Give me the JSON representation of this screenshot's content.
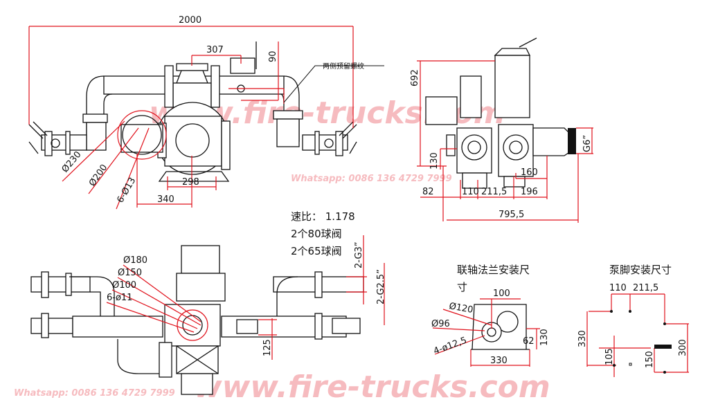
{
  "top_view": {
    "dim_total": "2000",
    "dim_307": "307",
    "dim_90": "90",
    "note": "两侧预留螺纹",
    "dim_d230": "Ø230",
    "dim_d200": "Ø200",
    "dim_holes": "6-Ø13",
    "dim_298": "298",
    "dim_340": "340"
  },
  "side_view": {
    "dim_692": "692",
    "dim_130": "130",
    "dim_82": "82",
    "dim_110": "110",
    "dim_211": "211,5",
    "dim_196": "196",
    "dim_160": "160",
    "dim_795": "795,5",
    "thread": "G6”"
  },
  "specs": {
    "ratio": "速比： 1.178",
    "valves_80": "2个80球阀",
    "valves_65": "2个65球阀"
  },
  "bottom_view": {
    "g3": "2-G3”",
    "g25": "2-G2.5”",
    "d180": "Ø180",
    "d150": "Ø150",
    "d100": "Ø100",
    "holes": "6-ø11",
    "dim_125": "125"
  },
  "flange": {
    "title_line1": "联轴法兰安装尺",
    "title_line2": "寸",
    "dim_100": "100",
    "d120": "Ø120",
    "d96": "Ø96",
    "holes": "4-ø12,5",
    "dim_62": "62",
    "dim_130": "130",
    "dim_330": "330"
  },
  "foot": {
    "title": "泵脚安装尺寸",
    "dim_110": "110",
    "dim_211": "211,5",
    "dim_330": "330",
    "dim_105": "105",
    "dim_150": "150",
    "dim_300": "300"
  },
  "watermark": {
    "url": "www.fire-trucks.com",
    "phone": "Whatsapp: 0086 136 4729 7999"
  }
}
